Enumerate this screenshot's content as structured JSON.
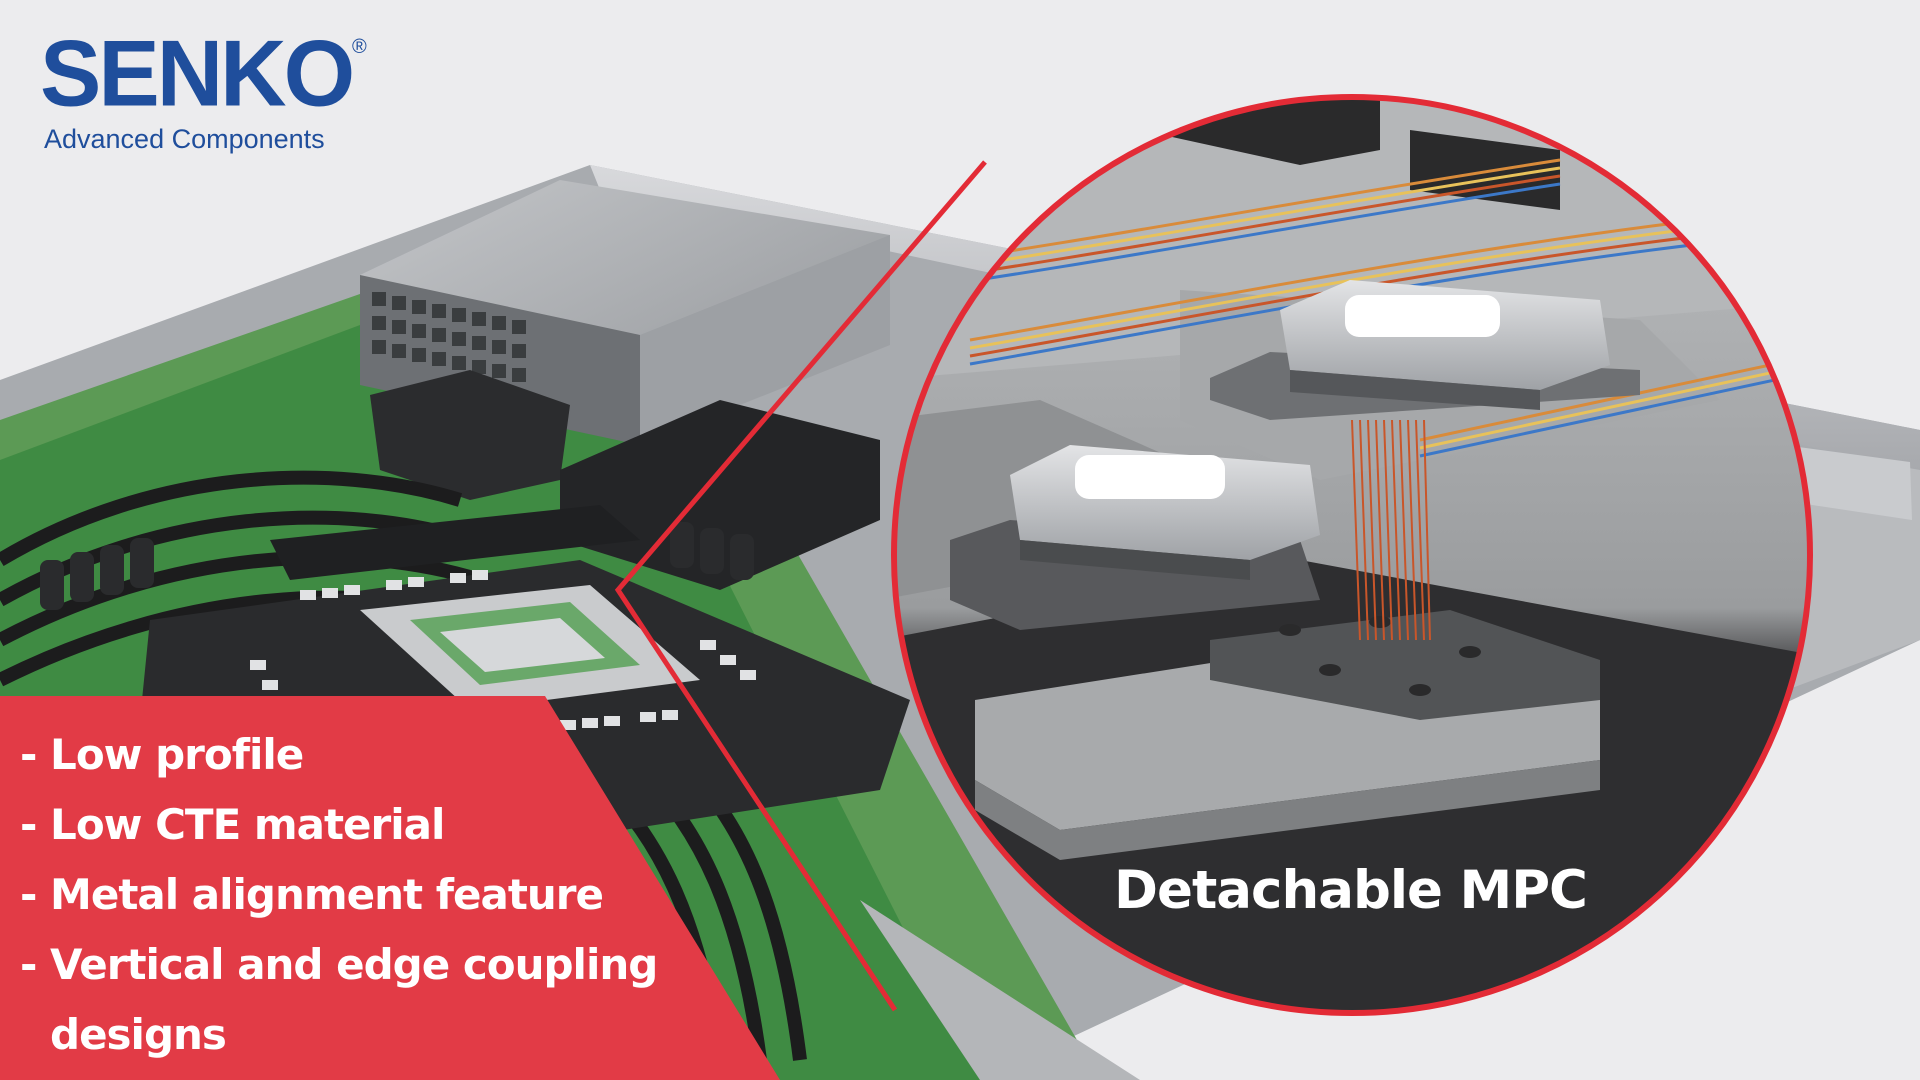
{
  "brand": {
    "name": "SENKO",
    "registered_mark": "®",
    "tagline": "Advanced Components",
    "color": "#1f4e9c"
  },
  "features": {
    "items": [
      "- Low profile",
      "- Low CTE material",
      "- Metal alignment feature",
      "- Vertical and edge coupling",
      "designs"
    ],
    "panel_color": "#e23b46"
  },
  "zoom": {
    "label": "Detachable MPC",
    "ring_color": "#e32b36"
  }
}
